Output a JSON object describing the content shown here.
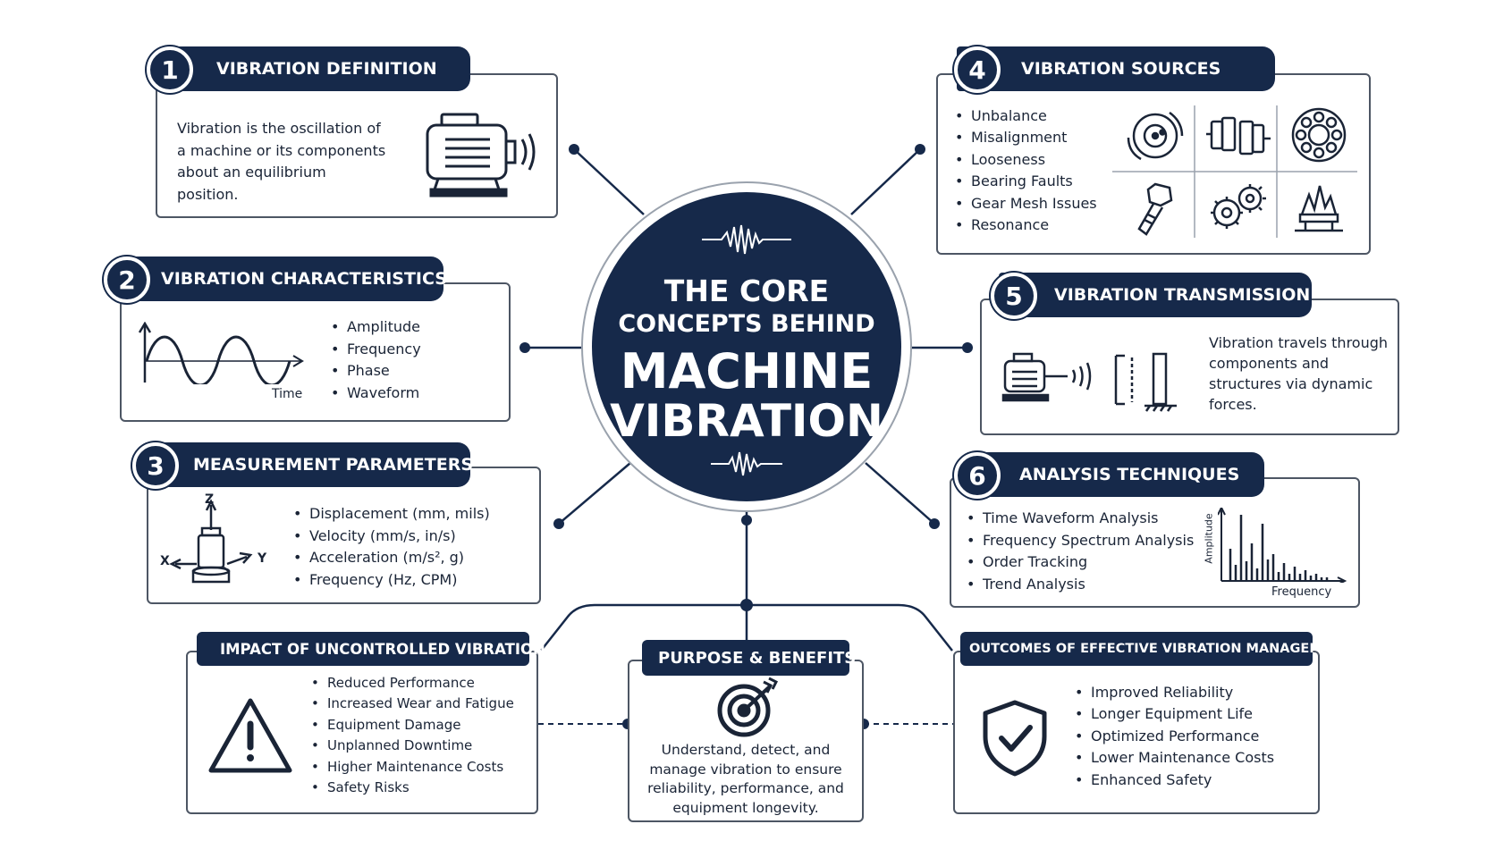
{
  "center": {
    "line1": "THE CORE",
    "line2": "CONCEPTS BEHIND",
    "line3": "MACHINE",
    "line4": "VIBRATION"
  },
  "sections": {
    "s1": {
      "num": "1",
      "title": "VIBRATION DEFINITION",
      "text": "Vibration is the oscillation of a machine or its components about an equilibrium position."
    },
    "s2": {
      "num": "2",
      "title": "VIBRATION CHARACTERISTICS",
      "items": [
        "Amplitude",
        "Frequency",
        "Phase",
        "Waveform"
      ],
      "axis_label": "Time"
    },
    "s3": {
      "num": "3",
      "title": "MEASUREMENT PARAMETERS",
      "items": [
        "Displacement (mm, mils)",
        "Velocity (mm/s, in/s)",
        "Acceleration (m/s², g)",
        "Frequency (Hz, CPM)"
      ],
      "axes": {
        "z": "Z",
        "x": "X",
        "y": "Y"
      }
    },
    "s4": {
      "num": "4",
      "title": "VIBRATION SOURCES",
      "items": [
        "Unbalance",
        "Misalignment",
        "Looseness",
        "Bearing Faults",
        "Gear Mesh Issues",
        "Resonance"
      ]
    },
    "s5": {
      "num": "5",
      "title": "VIBRATION TRANSMISSION",
      "text": "Vibration travels through components and structures via dynamic forces."
    },
    "s6": {
      "num": "6",
      "title": "ANALYSIS TECHNIQUES",
      "items": [
        "Time Waveform Analysis",
        "Frequency Spectrum Analysis",
        "Order Tracking",
        "Trend Analysis"
      ],
      "y_label": "Amplitude",
      "x_label": "Frequency"
    },
    "impact": {
      "title": "IMPACT OF UNCONTROLLED VIBRATION",
      "items": [
        "Reduced Performance",
        "Increased Wear and Fatigue",
        "Equipment Damage",
        "Unplanned Downtime",
        "Higher Maintenance Costs",
        "Safety Risks"
      ]
    },
    "purpose": {
      "title": "PURPOSE & BENEFITS",
      "text": "Understand, detect, and manage vibration to ensure reliability, performance, and equipment longevity."
    },
    "outcomes": {
      "title": "OUTCOMES OF EFFECTIVE VIBRATION MANAGEMENT",
      "items": [
        "Improved Reliability",
        "Longer Equipment Life",
        "Optimized Performance",
        "Lower Maintenance Costs",
        "Enhanced Safety"
      ]
    }
  },
  "icons": {
    "s1": "electric-motor-vibrating-icon",
    "s2": "sine-wave-icon",
    "s3": "accelerometer-sensor-icon",
    "s4": [
      "unbalance-rotor-icon",
      "misaligned-coupling-icon",
      "ball-bearing-icon",
      "loose-bolt-icon",
      "meshing-gears-icon",
      "resonance-structure-icon"
    ],
    "s5": "motor-transmission-wall-icon",
    "s6": "frequency-spectrum-icon",
    "impact": "warning-triangle-icon",
    "purpose": "target-arrow-icon",
    "outcomes": "shield-check-icon",
    "center": "vibration-wave-icon"
  },
  "colors": {
    "navy": "#16294a",
    "border": "#4d5664",
    "text": "#1a2436"
  }
}
